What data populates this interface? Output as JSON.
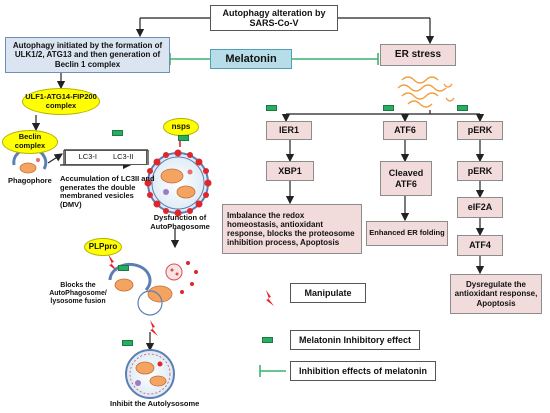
{
  "top": {
    "label": "Autophagy alteration by SARS-Co-V"
  },
  "autophagy": {
    "label": "Autophagy initiated by the formation of ULK1/2, ATG13 and then generation of Beclin 1 complex"
  },
  "melatonin": {
    "label": "Melatonin"
  },
  "er_stress": {
    "label": "ER stress"
  },
  "ulk_complex": {
    "label": "ULF1-ATG14-FIP200 complex"
  },
  "beclin": {
    "label": "Beclin complex"
  },
  "nsps": {
    "label": "nsps"
  },
  "lc3": {
    "lc3_1": "LC3-I",
    "lc3_2": "LC3-II"
  },
  "phagophore": {
    "label": "Phagophore"
  },
  "accumulation": {
    "label": "Accumulation of LC3II and generates the double membraned vesicles (DMV)"
  },
  "dysfunction": {
    "label": "Dysfunction of AutoPhagosome"
  },
  "plpro": {
    "label": "PLPpro"
  },
  "blocks": {
    "label": "Blocks the AutoPhagosome/ lysosome fusion"
  },
  "inhibit": {
    "label": "Inhibit the Autolysosome"
  },
  "pathway": {
    "ier1": "IER1",
    "xbp1": "XBP1",
    "atf6": "ATF6",
    "cleaved_atf6": "Cleaved ATF6",
    "perk": "pERK",
    "perk2": "pERK",
    "eif2a": "eIF2A",
    "atf4": "ATF4"
  },
  "outcomes": {
    "imbalance": "Imbalance the redox homeostasis, antioxidant response, blocks the proteosome inhibition process, Apoptosis",
    "enhanced": "Enhanced ER folding",
    "dysregulate": "Dysregulate the antioxidant response, Apoptosis"
  },
  "legend": {
    "manipulate": "Manipulate",
    "inhibitory": "Melatonin Inhibitory effect",
    "inhibition": "Inhibition effects of melatonin"
  },
  "colors": {
    "inhibit_line": "#3cb371",
    "badge": "#27ae60",
    "bolt": "#e8202a",
    "er_orange": "#f39c3c"
  }
}
